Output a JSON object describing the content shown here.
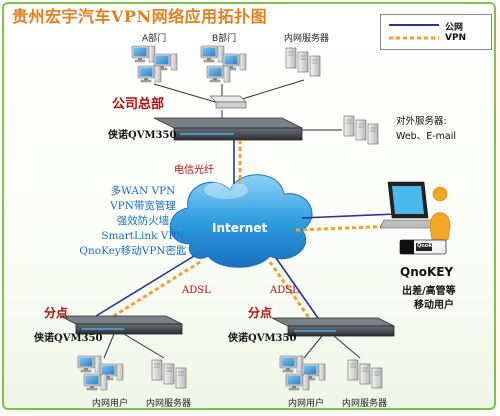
{
  "title": "贵州宏宇汽车VPN网络应用拓扑图",
  "legend": {
    "public": {
      "label": "公网",
      "color": "#2a3590"
    },
    "vpn": {
      "label": "VPN",
      "color": "#f0a030"
    }
  },
  "hq": {
    "label": "公司总部",
    "device": "侠诺QVM350",
    "dept_a": "A部门",
    "dept_b": "B部门",
    "intranet_server": "内网服务器",
    "external_server_label": "对外服务器:",
    "external_server_services": "Web、E-mail",
    "telecom_fiber": "电信光纤"
  },
  "features": [
    "多WAN VPN",
    "VPN带宽管理",
    "强效防火墙",
    "SmartLink VPN",
    "QnoKey移动VPN密匙"
  ],
  "internet_label": "Internet",
  "mobile": {
    "key_label": "QnoKEY",
    "key_brand": "QnoKEY",
    "user_line1": "出差/高管等",
    "user_line2": "移动用户"
  },
  "branches": [
    {
      "label": "分点",
      "device": "侠诺QVM350",
      "link": "ADSL",
      "users": "内网用户",
      "server": "内网服务器"
    },
    {
      "label": "分点",
      "device": "侠诺QVM350",
      "link": "ADSL",
      "users": "内网用户",
      "server": "内网服务器"
    }
  ]
}
